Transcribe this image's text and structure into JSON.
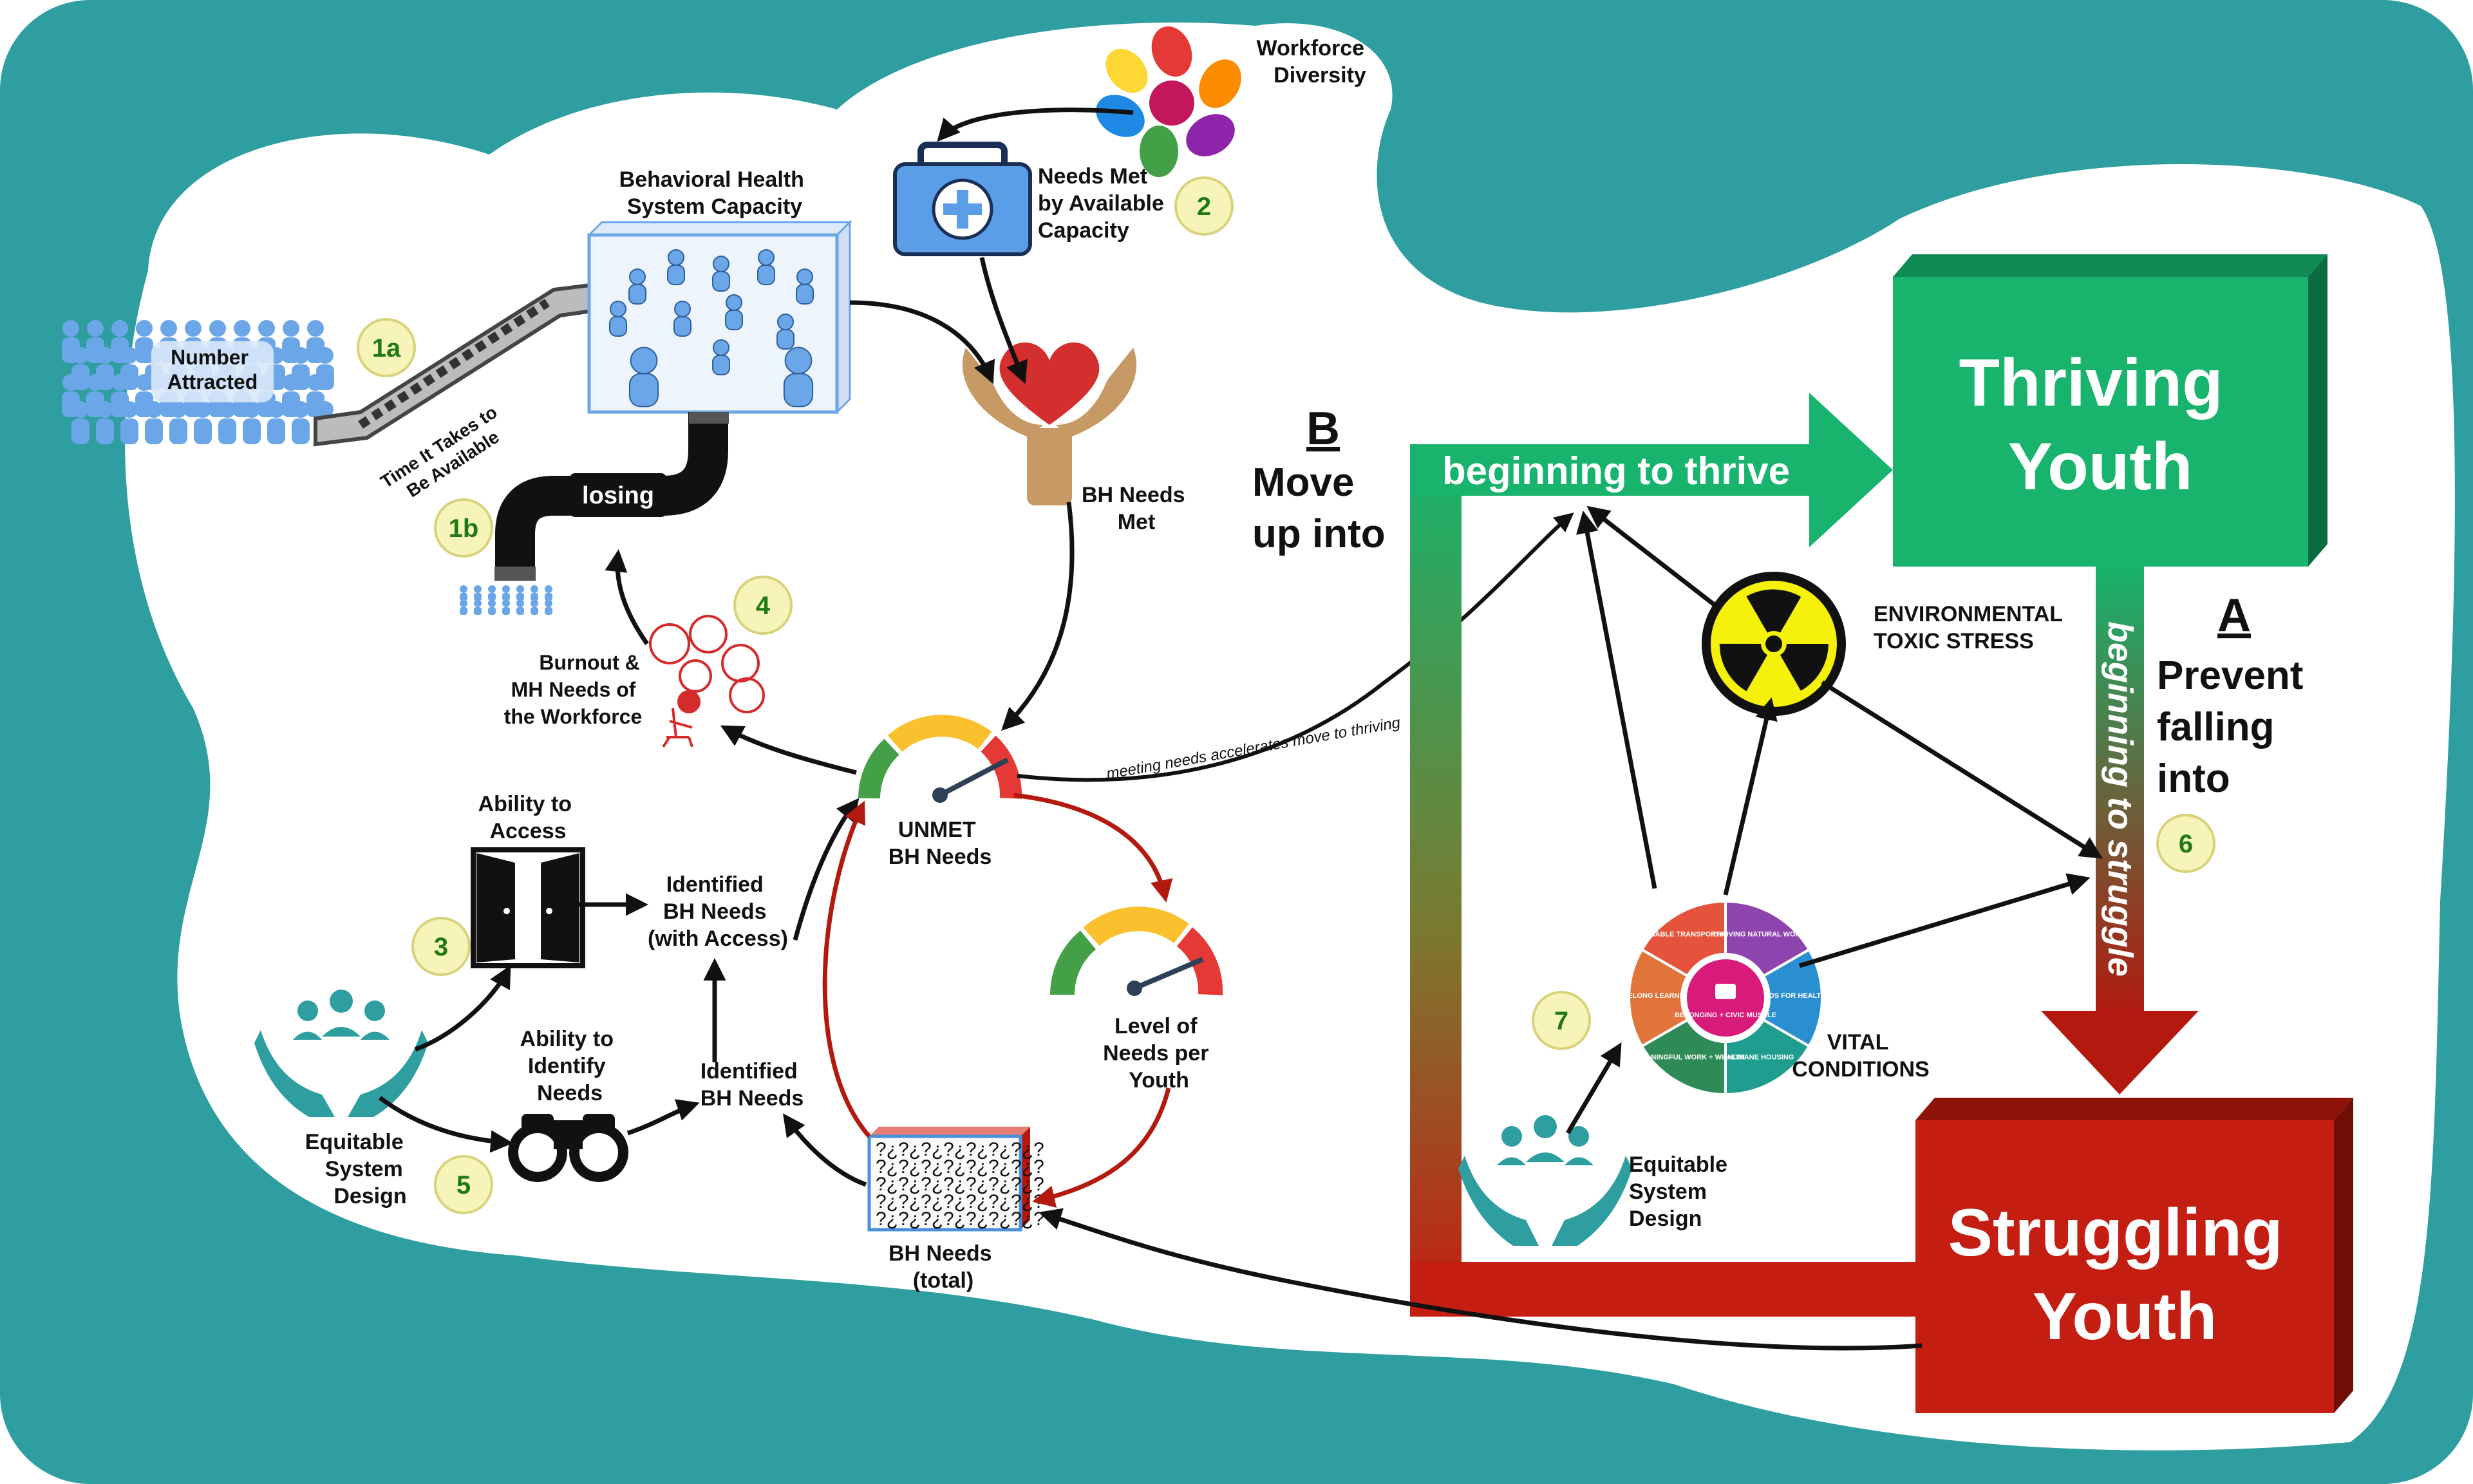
{
  "labels": {
    "workforce_diversity": [
      "Workforce",
      "Diversity"
    ],
    "needs_met_capacity": [
      "Needs Met",
      "by Available",
      "Capacity"
    ],
    "bh_system_capacity": [
      "Behavioral Health",
      "System Capacity"
    ],
    "number_attracted": [
      "Number",
      "Attracted"
    ],
    "time_to_available": [
      "Time It Takes to",
      "Be Available"
    ],
    "losing": "losing",
    "bh_needs_met": [
      "BH Needs",
      "Met"
    ],
    "burnout": [
      "Burnout &",
      "MH Needs of",
      "the Workforce"
    ],
    "unmet_bh_needs": [
      "UNMET",
      "BH Needs"
    ],
    "ability_access": [
      "Ability to",
      "Access"
    ],
    "identified_with_access": [
      "Identified",
      "BH Needs",
      "(with Access)"
    ],
    "ability_identify": [
      "Ability to",
      "Identify",
      "Needs"
    ],
    "identified_bh_needs": [
      "Identified",
      "BH Needs"
    ],
    "level_of_needs": [
      "Level of",
      "Needs per",
      "Youth"
    ],
    "bh_needs_total": [
      "BH Needs",
      "(total)"
    ],
    "equitable_design_left": [
      "Equitable",
      "System",
      "Design"
    ],
    "equitable_design_right": [
      "Equitable",
      "System",
      "Design"
    ],
    "meeting_needs": "meeting needs accelerates move to thriving",
    "section_b_letter": "B",
    "section_b_text": [
      "Move",
      "up into"
    ],
    "beginning_to_thrive": "beginning to thrive",
    "thriving_youth": [
      "Thriving",
      "Youth"
    ],
    "environmental_toxic_stress": [
      "ENVIRONMENTAL",
      "TOXIC STRESS"
    ],
    "section_a_letter": "A",
    "section_a_text": [
      "Prevent",
      "falling",
      "into"
    ],
    "beginning_to_struggle": "beginning to struggle",
    "vital_conditions": [
      "VITAL",
      "CONDITIONS"
    ],
    "struggling_youth": [
      "Struggling",
      "Youth"
    ]
  },
  "badges": [
    "1a",
    "1b",
    "2",
    "3",
    "4",
    "5",
    "6",
    "7"
  ],
  "wheel_segments": [
    "RELIABLE TRANSPORTATION",
    "THRIVING NATURAL WORLD",
    "BASIC NEEDS FOR HEALTH + SAFETY",
    "HUMANE HOUSING",
    "MEANINGFUL WORK + WEALTH",
    "LIFELONG LEARNING"
  ],
  "wheel_center": "BELONGING + CIVIC MUSCLE",
  "colors": {
    "teal": "#2f9ea0",
    "thriving_green": "#18b36d",
    "struggling_red": "#c41d12",
    "badge_fill": "#f6f4b8",
    "badge_text": "#1f7a14",
    "people_blue": "#6aa6e8"
  }
}
